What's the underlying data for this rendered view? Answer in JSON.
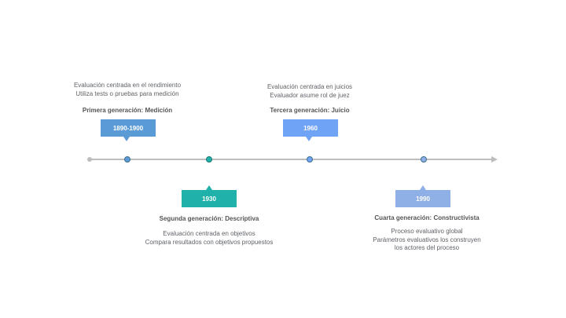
{
  "timeline": {
    "events": [
      {
        "year": "1890-1900",
        "title": "Primera generación: Medición",
        "lines": [
          "Evaluación centrada en el rendimiento",
          "Utiliza tests o pruebas para medición"
        ],
        "color": "#5b9bd5"
      },
      {
        "year": "1930",
        "title": "Segunda generación: Descriptiva",
        "lines": [
          "Evaluación centrada en objetivos",
          "Compara resultados con objetivos propuestos"
        ],
        "color": "#20b2aa"
      },
      {
        "year": "1960",
        "title": "Tercera generación: Juicio",
        "lines": [
          "Evaluación centrada en juicios",
          "Evaluador asume rol de juez"
        ],
        "color": "#6fa3f5"
      },
      {
        "year": "1990",
        "title": "Cuarta generación: Constructivista",
        "lines": [
          "Proceso evaluativo global",
          "Parámetros evaluativos los construyen",
          "los actores del proceso"
        ],
        "color": "#8fb0e6"
      }
    ]
  }
}
